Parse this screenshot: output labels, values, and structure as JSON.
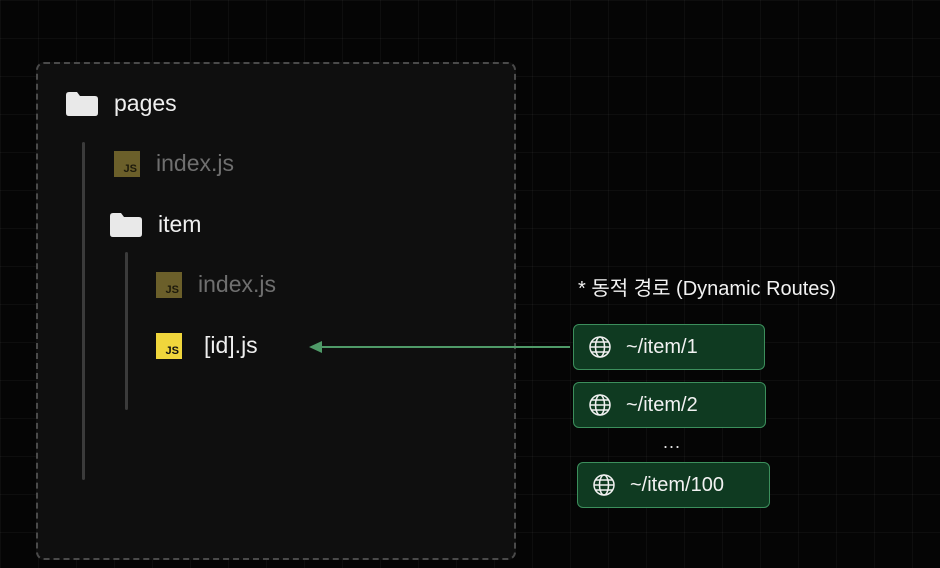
{
  "tree": {
    "root_folder": "pages",
    "root_index": "index.js",
    "sub_folder": "item",
    "sub_index": "index.js",
    "dynamic_file": "[id].js",
    "js_badge": "JS"
  },
  "routes": {
    "title": "* 동적 경로 (Dynamic Routes)",
    "items": [
      "~/item/1",
      "~/item/2",
      "~/item/100"
    ],
    "ellipsis": "..."
  },
  "colors": {
    "background": "#050505",
    "panel": "#0f0f0f",
    "route_fill": "#0f3a21",
    "route_border": "#3c8f5c",
    "arrow": "#4f9a68",
    "js_active": "#f0d63c",
    "js_inactive": "#6b5f2a"
  },
  "icons": {
    "folder": "folder-icon",
    "js": "js-file-icon",
    "globe": "globe-icon"
  }
}
